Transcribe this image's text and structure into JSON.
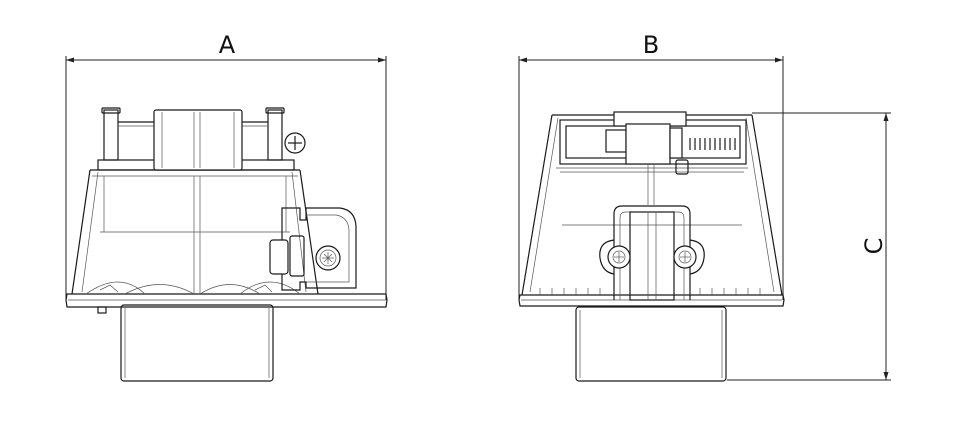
{
  "dimensions": {
    "a": {
      "label": "A"
    },
    "b": {
      "label": "B"
    },
    "c": {
      "label": "C"
    }
  },
  "colors": {
    "line": "#1a1a1a",
    "background": "#ffffff"
  }
}
